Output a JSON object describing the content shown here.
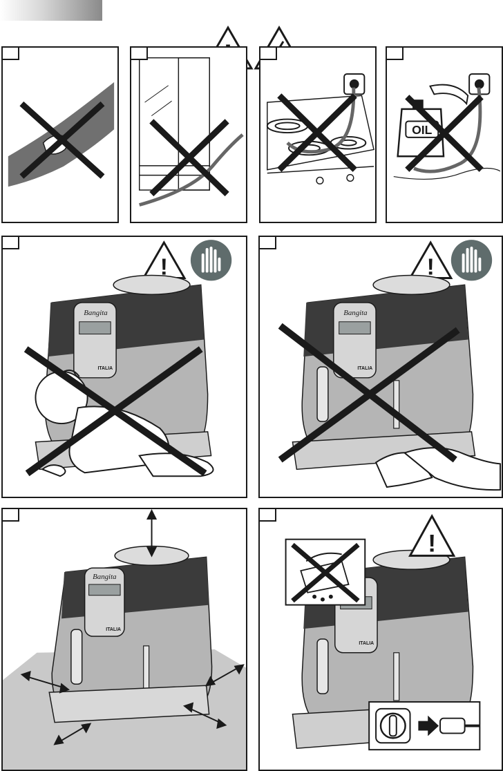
{
  "signs": {
    "warning_symbol": "!",
    "electric_symbol": "⚡",
    "oil_label": "OIL",
    "brand_script": "Bangita",
    "model_label": "ITALIA"
  },
  "colors": {
    "panel_border": "#1a1a1a",
    "cross_stroke": "#1a1a1a",
    "hand_badge": "#5f6c6c",
    "floor_gray": "#c9c9c9",
    "machine_dark": "#3b3b3b",
    "machine_metal": "#b5b5b5"
  },
  "icons": [
    "warning-triangle-icon",
    "electric-warning-icon",
    "stop-hand-icon",
    "crossed-out-icon",
    "power-plug-icon",
    "clearance-arrow-icon"
  ]
}
